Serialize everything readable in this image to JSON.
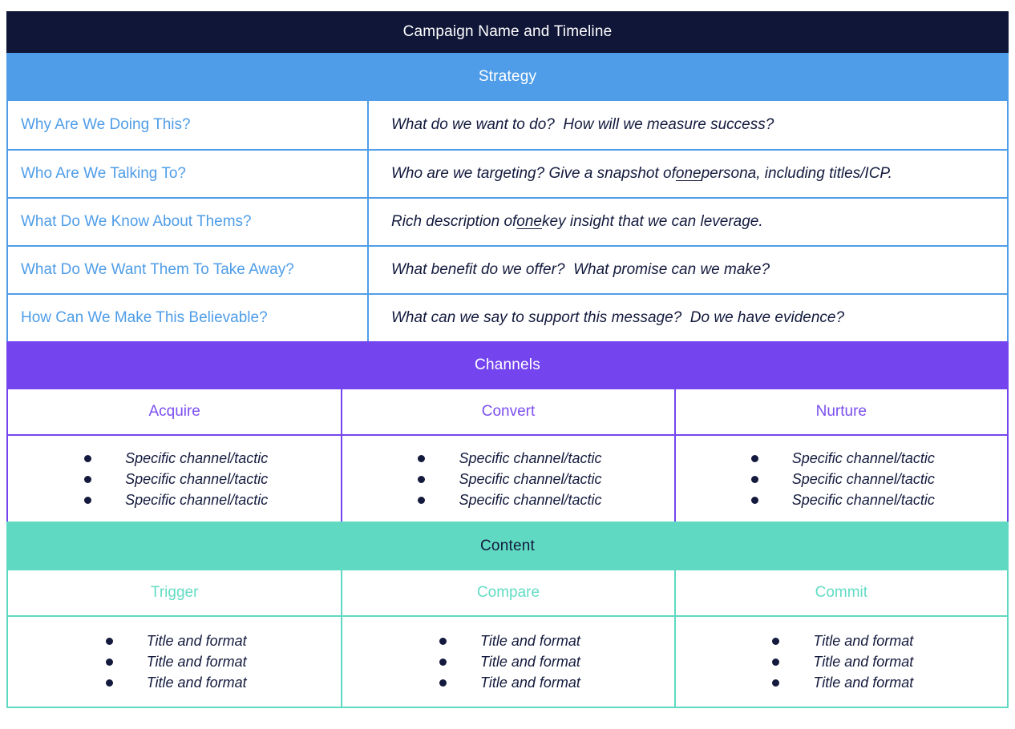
{
  "colors": {
    "navy": "#101638",
    "blue": "#4f9de8",
    "purple": "#7445ee",
    "purple-text": "#7b4ff0",
    "teal": "#5fd9c1",
    "teal-text": "#63dcc4",
    "dark": "#131a3d"
  },
  "title": "Campaign Name and Timeline",
  "strategy": {
    "header": "Strategy",
    "rows": [
      {
        "label": "Why Are We Doing This?",
        "desc": [
          {
            "t": "What do we want to do?  How will we measure success?"
          }
        ]
      },
      {
        "label": "Who Are We Talking To?",
        "desc": [
          {
            "t": "Who are we targeting? Give a snapshot of "
          },
          {
            "t": "one",
            "u": true
          },
          {
            "t": " persona, including titles/ICP."
          }
        ]
      },
      {
        "label": "What Do We Know About Thems?",
        "desc": [
          {
            "t": "Rich description of "
          },
          {
            "t": "one",
            "u": true
          },
          {
            "t": " key insight that we can leverage."
          }
        ]
      },
      {
        "label": "What Do We Want Them To Take Away?",
        "desc": [
          {
            "t": "What benefit do we offer?  What promise can we make?"
          }
        ]
      },
      {
        "label": "How Can We Make This Believable?",
        "desc": [
          {
            "t": "What can we say to support this message?  Do we have evidence?"
          }
        ]
      }
    ]
  },
  "channels": {
    "header": "Channels",
    "columns": [
      {
        "title": "Acquire",
        "items": [
          "Specific channel/tactic",
          "Specific channel/tactic",
          "Specific channel/tactic"
        ]
      },
      {
        "title": "Convert",
        "items": [
          "Specific channel/tactic",
          "Specific channel/tactic",
          "Specific channel/tactic"
        ]
      },
      {
        "title": "Nurture",
        "items": [
          "Specific channel/tactic",
          "Specific channel/tactic",
          "Specific channel/tactic"
        ]
      }
    ]
  },
  "content": {
    "header": "Content",
    "columns": [
      {
        "title": "Trigger",
        "items": [
          "Title and format",
          "Title and format",
          "Title and format"
        ]
      },
      {
        "title": "Compare",
        "items": [
          "Title and format",
          "Title and format",
          "Title and format"
        ]
      },
      {
        "title": "Commit",
        "items": [
          "Title and format",
          "Title and format",
          "Title and format"
        ]
      }
    ]
  }
}
